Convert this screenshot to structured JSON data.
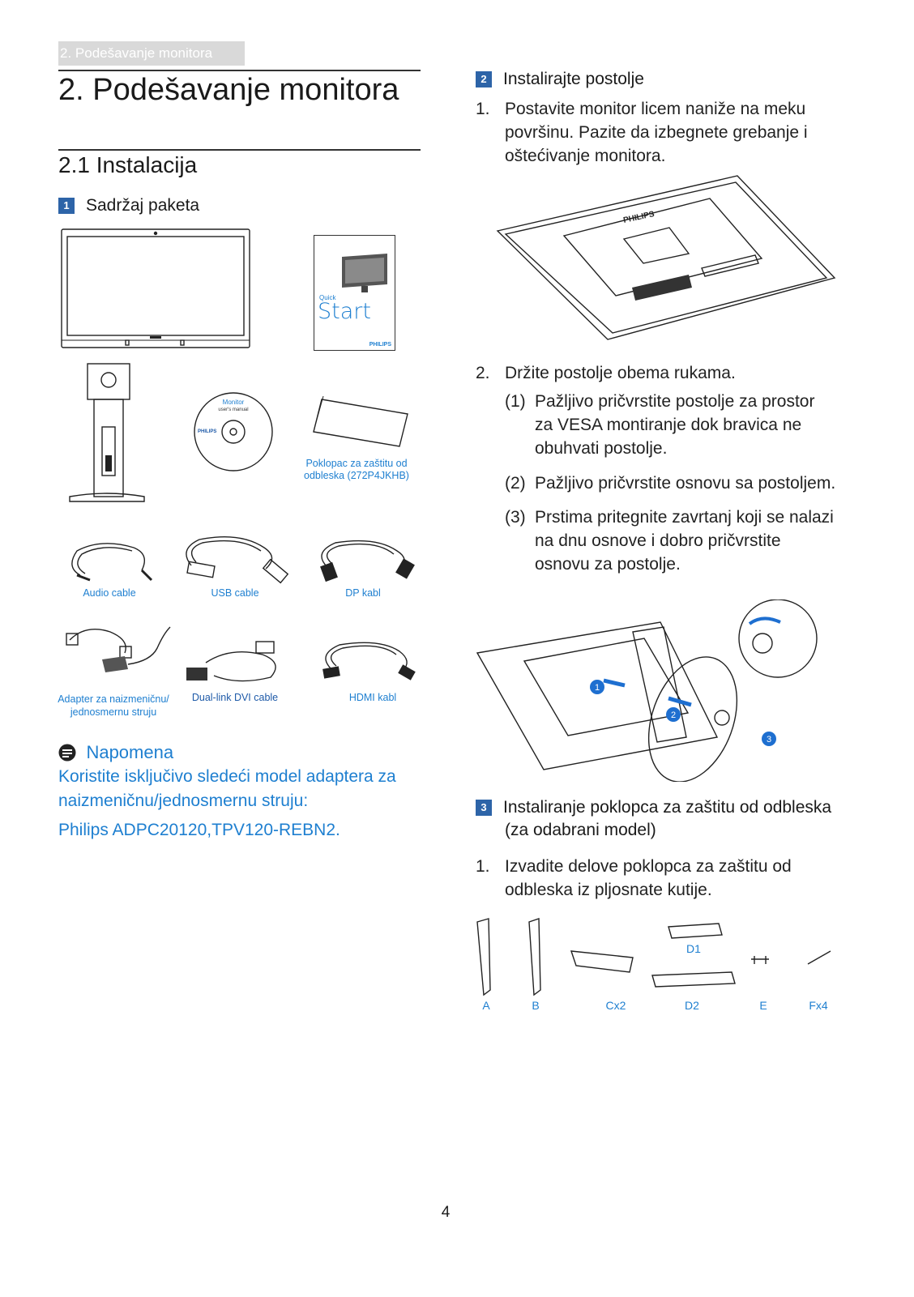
{
  "header": {
    "tab": "2. Podešavanje monitora"
  },
  "title": "2.  Podešavanje monitora",
  "section_2_1": "2.1   Instalacija",
  "step1": {
    "num": "1",
    "label": "Sadržaj paketa"
  },
  "package": {
    "quick_start_small": "Quick",
    "quick_start_big": "Start",
    "philips": "PHILIPS",
    "cd_title": "Monitor",
    "cd_sub": "user's manual",
    "glare_caption_1": "Poklopac za zaštitu od",
    "glare_caption_2": "odbleska (272P4JKHB)",
    "audio": "Audio cable",
    "usb": "USB cable",
    "dp": "DP kabl",
    "adapter_1": "Adapter za naizmeničnu/",
    "adapter_2": "jednosmernu struju",
    "dvi": "Dual-link DVI cable",
    "hdmi": "HDMI kabl"
  },
  "note": {
    "title": "Napomena",
    "line1": "Koristite isključivo sledeći model adaptera za",
    "line2": "naizmeničnu/jednosmernu struju:",
    "line3": "Philips ADPC20120,TPV120-REBN2."
  },
  "step2": {
    "num": "2",
    "label": "Instalirajte postolje",
    "item1_num": "1.",
    "item1_l1": "Postavite monitor licem naniže na meku",
    "item1_l2": "površinu. Pazite da izbegnete grebanje i",
    "item1_l3": "oštećivanje monitora.",
    "item2_num": "2.",
    "item2": "Držite postolje obema rukama.",
    "sub1_num": "(1)",
    "sub1_l1": "Pažljivo pričvrstite postolje za prostor",
    "sub1_l2": "za VESA montiranje dok bravica ne",
    "sub1_l3": "obuhvati postolje.",
    "sub2_num": "(2)",
    "sub2": "Pažljivo pričvrstite osnovu sa postoljem.",
    "sub3_num": "(3)",
    "sub3_l1": "Prstima pritegnite zavrtanj koji se nalazi",
    "sub3_l2": "na dnu osnove i dobro pričvrstite",
    "sub3_l3": "osnovu za postolje.",
    "callouts": [
      "1",
      "2",
      "3"
    ]
  },
  "step3": {
    "num": "3",
    "label_l1": "Instaliranje poklopca za zaštitu od odbleska",
    "label_l2": "(za odabrani model)",
    "item1_num": "1.",
    "item1_l1": "Izvadite delove poklopca za zaštitu od",
    "item1_l2": "odbleska iz pljosnate kutije.",
    "parts": {
      "a": "A",
      "b": "B",
      "c": "Cx2",
      "d1": "D1",
      "d2": "D2",
      "e": "E",
      "f": "Fx4"
    }
  },
  "page_number": "4"
}
